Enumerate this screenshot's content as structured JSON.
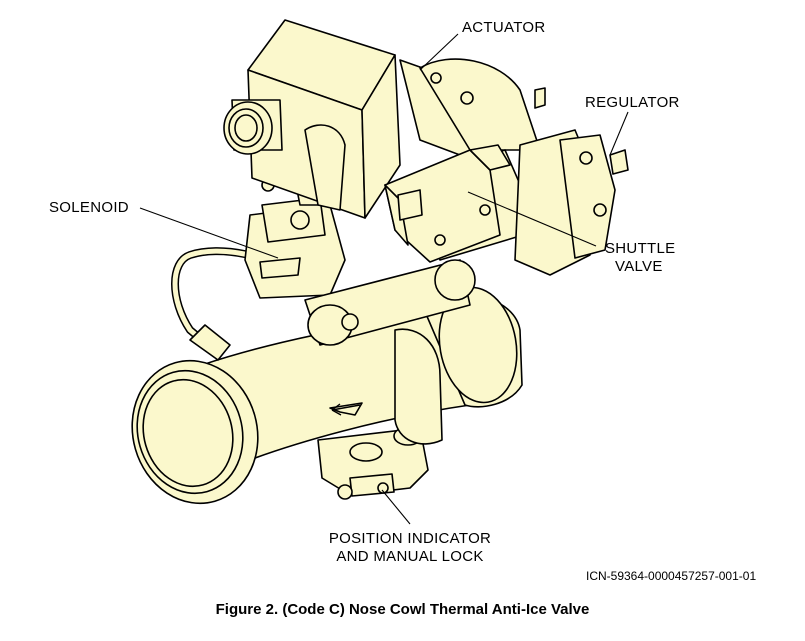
{
  "diagram": {
    "labels": {
      "actuator": "ACTUATOR",
      "regulator": "REGULATOR",
      "solenoid": "SOLENOID",
      "shuttle_valve_line1": "SHUTTLE",
      "shuttle_valve_line2": "VALVE",
      "position_indicator_line1": "POSITION INDICATOR",
      "position_indicator_line2": "AND MANUAL LOCK"
    },
    "icn": "ICN-59364-0000457257-001-01",
    "caption": "Figure 2. (Code C) Nose Cowl Thermal Anti-Ice Valve",
    "colors": {
      "body_fill": "#fbf8cc",
      "line": "#000000",
      "background": "#ffffff"
    }
  }
}
